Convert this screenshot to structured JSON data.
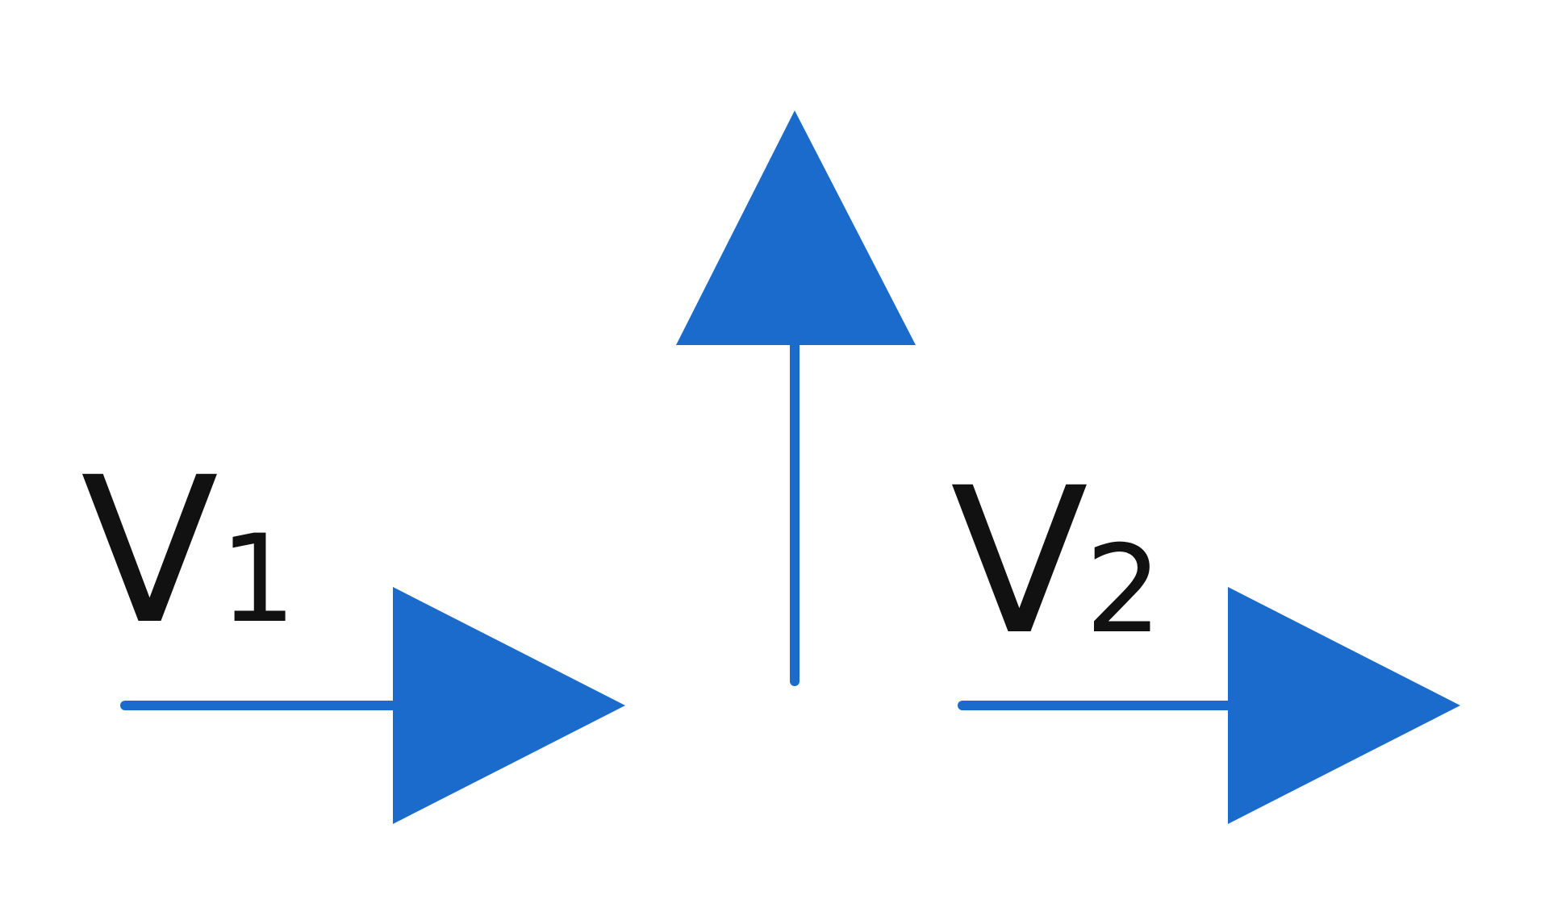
{
  "labels": {
    "v1": {
      "main": "V",
      "sub": "1"
    },
    "v2": {
      "main": "V",
      "sub": "2"
    }
  },
  "colors": {
    "arrow": "#1a6bcc",
    "text": "#111111"
  }
}
